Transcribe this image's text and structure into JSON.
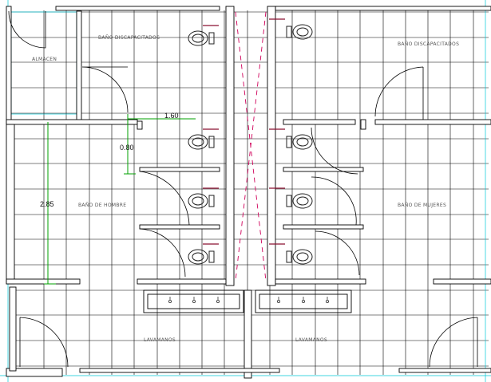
{
  "drawing": {
    "colors": {
      "grid": "#000000",
      "wall": "#000000",
      "aux": "#00c8d8",
      "dimension": "#00a000",
      "shaft": "#d0005a",
      "fixture": "#8a1030"
    }
  },
  "rooms": {
    "almacen": "ALMACEN",
    "bano_discapacitados_left": "BAÑO DISCAPACITADOS",
    "bano_discapacitados_right": "BAÑO DISCAPACITADOS",
    "bano_hombre": "BAÑO DE HOMBRE",
    "bano_mujeres": "BAÑO DE MUJERES",
    "lavamanos_left": "LAVAMANOS",
    "lavamanos_right": "LAVAMANOS"
  },
  "dimensions": {
    "stall_width": "1.60",
    "stall_depth": "0.80",
    "room_height": "2.85"
  },
  "fixtures": {
    "toilet": "toilet-icon",
    "sink": "sink-icon"
  }
}
